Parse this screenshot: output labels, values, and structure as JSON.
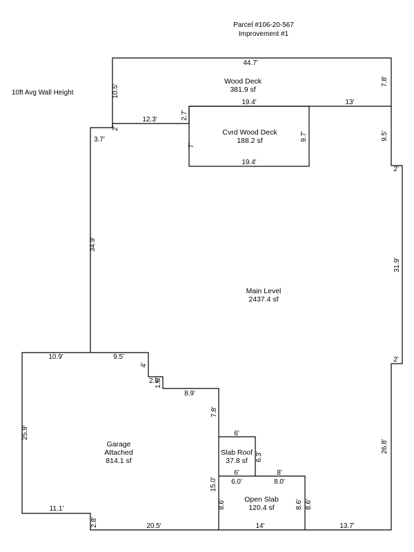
{
  "header": {
    "parcel": "Parcel #106-20-567",
    "improvement": "Improvement #1"
  },
  "note": "10ft Avg Wall Height",
  "areas": {
    "wood_deck": {
      "name": "Wood Deck",
      "size": "381.9 sf"
    },
    "covered_deck": {
      "name": "Cvrd Wood Deck",
      "size": "188.2 sf"
    },
    "main_level": {
      "name": "Main Level",
      "size": "2437.4 sf"
    },
    "garage": {
      "name_1": "Garage",
      "name_2": "Attached",
      "size": "814.1 sf"
    },
    "slab_roof": {
      "name": "Slab Roof",
      "size": "37.8 sf"
    },
    "open_slab": {
      "name": "Open Slab",
      "size": "120.4 sf"
    }
  },
  "dims": {
    "deck_top": "44.7'",
    "deck_left": "10.5'",
    "deck_right": "7.8'",
    "cvrd_top": "19.4'",
    "cvrd_bottom": "19.4'",
    "cvrd_right": "9.7'",
    "cvrd_left": "7'",
    "step_13": "13'",
    "step_12_3": "12.3'",
    "step_2_7": "2.7'",
    "step_2_a": "2'",
    "step_3_7": "3.7'",
    "right_9_5": "9.5'",
    "right_2_a": "2'",
    "left_34_9": "34.9'",
    "right_31_9": "31.9'",
    "right_2_b": "2'",
    "garage_10_9": "10.9'",
    "garage_9_5": "9.5'",
    "garage_4": "4'",
    "garage_2_5": "2.5'",
    "garage_1_5": "1.5'",
    "garage_8_9": "8.9'",
    "garage_7_8": "7.8'",
    "garage_left": "25.9'",
    "garage_11_1": "11.1'",
    "garage_2_8": "2.8'",
    "garage_20_5": "20.5'",
    "slab_6_top": "6'",
    "slab_6_3": "6.3'",
    "slab_6_bottom": "6'",
    "slab_8": "8'",
    "open_6_0": "6.0'",
    "open_8_0": "8.0'",
    "open_15_0": "15.0'",
    "open_8_6_left": "8.6'",
    "open_8_6_right_a": "8.6'",
    "open_8_6_right_b": "8.6'",
    "bottom_14": "14'",
    "bottom_13_7": "13.7'",
    "right_26_8": "26.8'"
  }
}
